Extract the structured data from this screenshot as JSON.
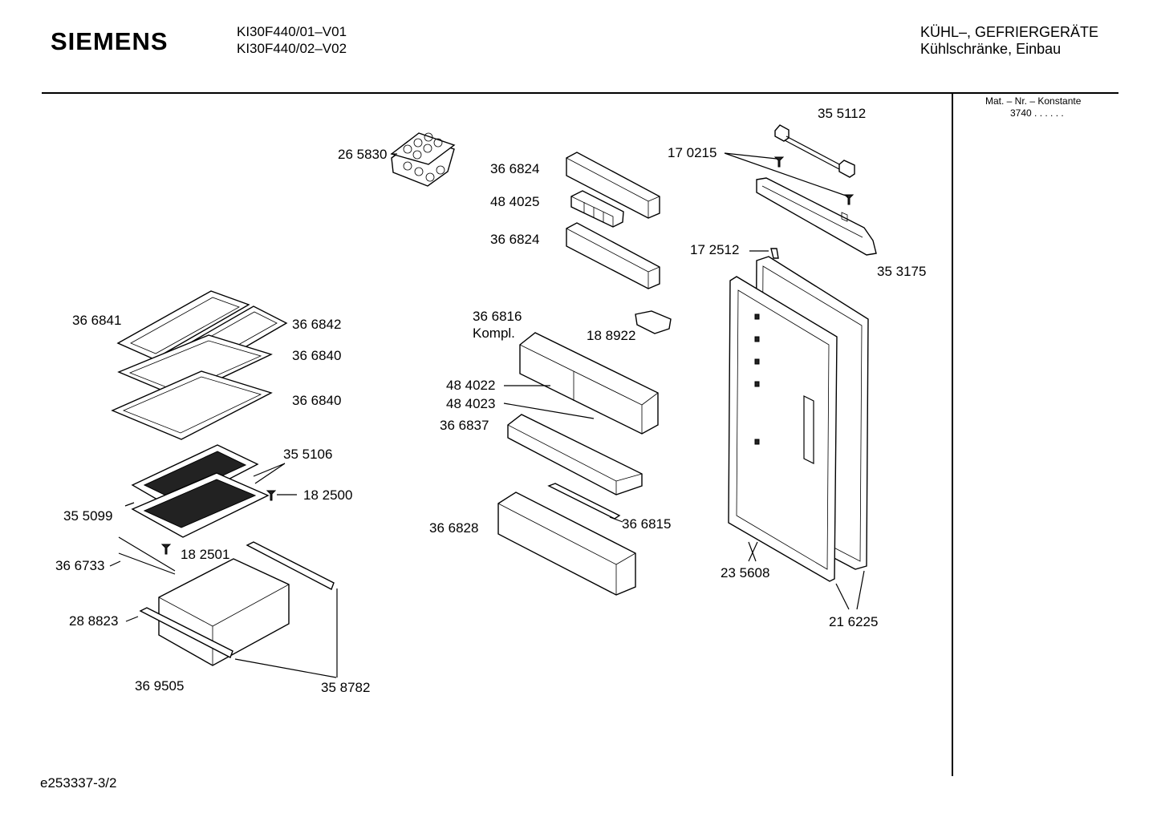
{
  "header": {
    "brand": "SIEMENS",
    "models": [
      "KI30F440/01–V01",
      "KI30F440/02–V02"
    ],
    "category": "KÜHL–, GEFRIERGERÄTE",
    "subcategory": "Kühlschränke, Einbau"
  },
  "side_panel": {
    "title": "Mat. – Nr. – Konstante",
    "value": "3740  .  .     .  .  .  ."
  },
  "part_labels": {
    "p265830": "26 5830",
    "p366824a": "36 6824",
    "p484025": "48 4025",
    "p366824b": "36 6824",
    "p355112": "35 5112",
    "p170215": "17 0215",
    "p353175": "35 3175",
    "p172512": "17 2512",
    "p366841": "36 6841",
    "p366842": "36 6842",
    "p366840a": "36 6840",
    "p366840b": "36 6840",
    "p366816": "36 6816",
    "kompl": "Kompl.",
    "p188922": "18 8922",
    "p484022": "48 4022",
    "p484023": "48 4023",
    "p366837": "36 6837",
    "p355106": "35 5106",
    "p182500": "18 2500",
    "p355099": "35 5099",
    "p366815": "36 6815",
    "p366828": "36 6828",
    "p182501": "18 2501",
    "p366733": "36 6733",
    "p235608": "23 5608",
    "p288823": "28 8823",
    "p216225": "21 6225",
    "p369505": "36 9505",
    "p358782": "35 8782"
  },
  "footer": {
    "doc_id": "e253337-3/2"
  }
}
